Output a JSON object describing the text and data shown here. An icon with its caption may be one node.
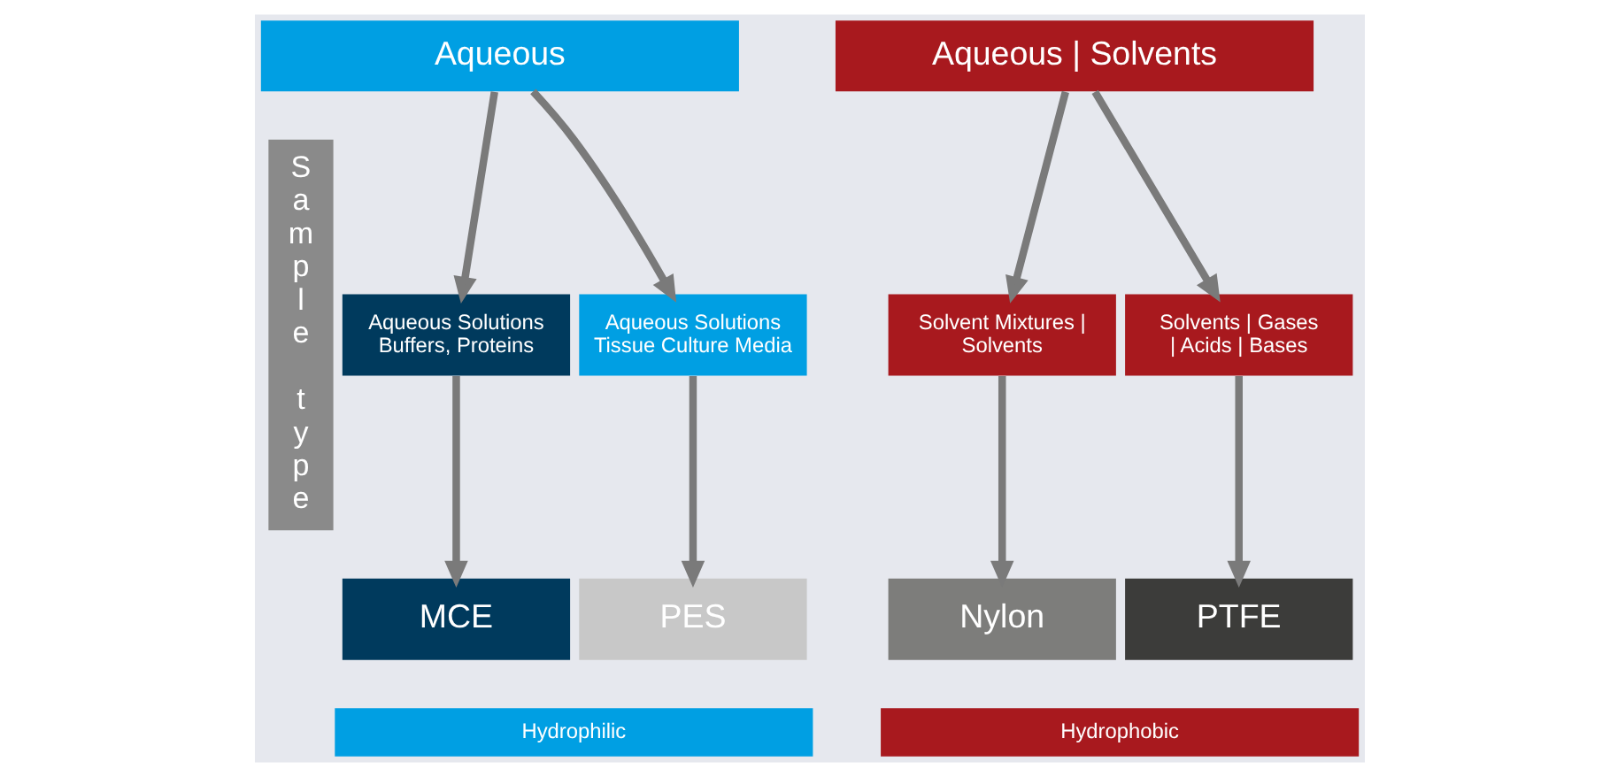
{
  "diagram": {
    "nodes": [
      {
        "text": [
          "Sample type"
        ]
      },
      {
        "text": [
          "Aqueous"
        ]
      },
      {
        "text": [
          "Aqueous | Solvents"
        ]
      },
      {
        "text": [
          "Aqueous Solutions Buffers, Proteins"
        ]
      },
      {
        "text": [
          "Aqueous Solutions Tissue Culture Media"
        ]
      },
      {
        "text": [
          "Solvent Mixtures | Solvents"
        ]
      },
      {
        "text": [
          "Solvents | Gases | Acids | Bases"
        ]
      },
      {
        "text": [
          "MCE"
        ]
      },
      {
        "text": [
          "PES"
        ]
      },
      {
        "text": [
          "Nylon"
        ]
      },
      {
        "text": [
          "PTFE"
        ]
      },
      {
        "text": [
          "Hydrophilic"
        ]
      },
      {
        "text": [
          "Hydrophobic"
        ]
      }
    ],
    "edges": [
      {
        "from": 1,
        "to": 3,
        "arrow": "to"
      },
      {
        "from": 1,
        "to": 4,
        "arrow": "to"
      },
      {
        "from": 2,
        "to": 5,
        "arrow": "to"
      },
      {
        "from": 2,
        "to": 6,
        "arrow": "to"
      },
      {
        "from": 3,
        "to": 7,
        "arrow": "to"
      },
      {
        "from": 4,
        "to": 8,
        "arrow": "to"
      },
      {
        "from": 5,
        "to": 9,
        "arrow": "to"
      },
      {
        "from": 6,
        "to": 10,
        "arrow": "to"
      }
    ]
  }
}
